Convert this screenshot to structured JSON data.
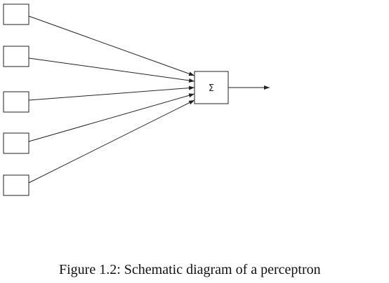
{
  "diagram": {
    "input_count": 5,
    "summation_symbol": "Σ",
    "colors": {
      "stroke": "#222222",
      "background": "#ffffff"
    }
  },
  "caption": {
    "text": "Figure 1.2: Schematic diagram of a perceptron"
  }
}
